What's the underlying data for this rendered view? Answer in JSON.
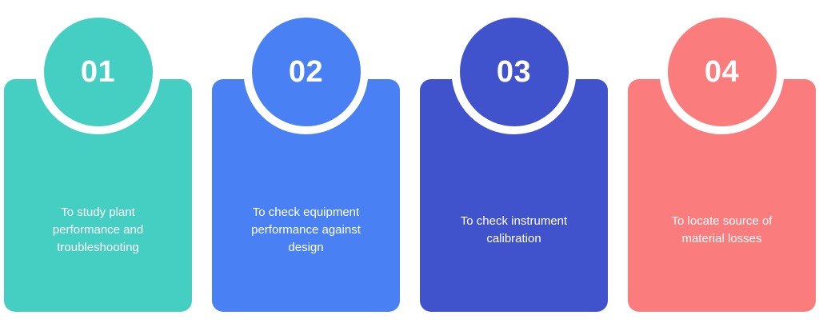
{
  "infographic": {
    "background_color": "#ffffff",
    "steps": [
      {
        "number": "01",
        "color": "#45cfc2",
        "text_lines": [
          "To study plant",
          "performance and",
          "troubleshooting"
        ],
        "text": "To study plant performance and troubleshooting"
      },
      {
        "number": "02",
        "color": "#4981f5",
        "text_lines": [
          "To check equipment",
          "performance against",
          "design"
        ],
        "text": "To check equipment performance against design"
      },
      {
        "number": "03",
        "color": "#4153cc",
        "text_lines": [
          "To check instrument",
          "calibration"
        ],
        "text": "To check instrument calibration"
      },
      {
        "number": "04",
        "color": "#fa7c7c",
        "text_lines": [
          "To locate source of",
          "material losses"
        ],
        "text": "To locate source of material losses"
      }
    ]
  }
}
